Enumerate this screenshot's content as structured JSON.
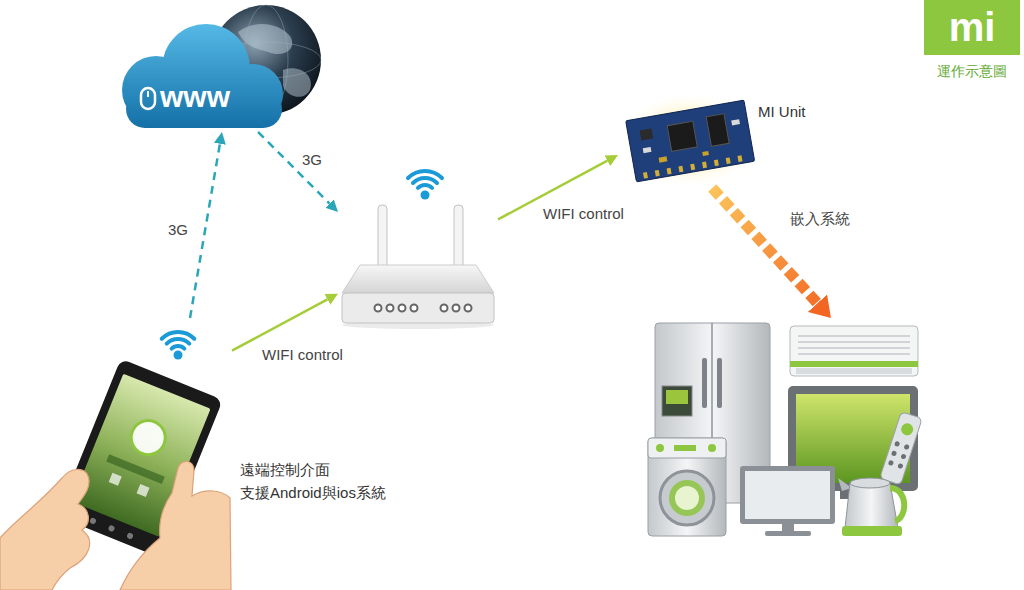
{
  "diagram": {
    "nodes": [
      {
        "text": [
          "www"
        ]
      },
      {
        "text": []
      },
      {
        "text": [
          "MI Unit"
        ]
      },
      {
        "text": [
          "遠端控制介面 支援Android與ios系統"
        ]
      },
      {
        "text": []
      },
      {
        "text": [
          "mi",
          "運作示意圖"
        ]
      }
    ],
    "edges": [
      {
        "from": 3,
        "to": 0,
        "arrow": "to",
        "label": "3G"
      },
      {
        "from": 0,
        "to": 1,
        "arrow": "to",
        "label": "3G"
      },
      {
        "from": 3,
        "to": 1,
        "arrow": "to",
        "label": "WIFI control"
      },
      {
        "from": 1,
        "to": 2,
        "arrow": "to",
        "label": "WIFI control"
      },
      {
        "from": 2,
        "to": 4,
        "arrow": "to",
        "label": "嵌入系統"
      }
    ]
  }
}
